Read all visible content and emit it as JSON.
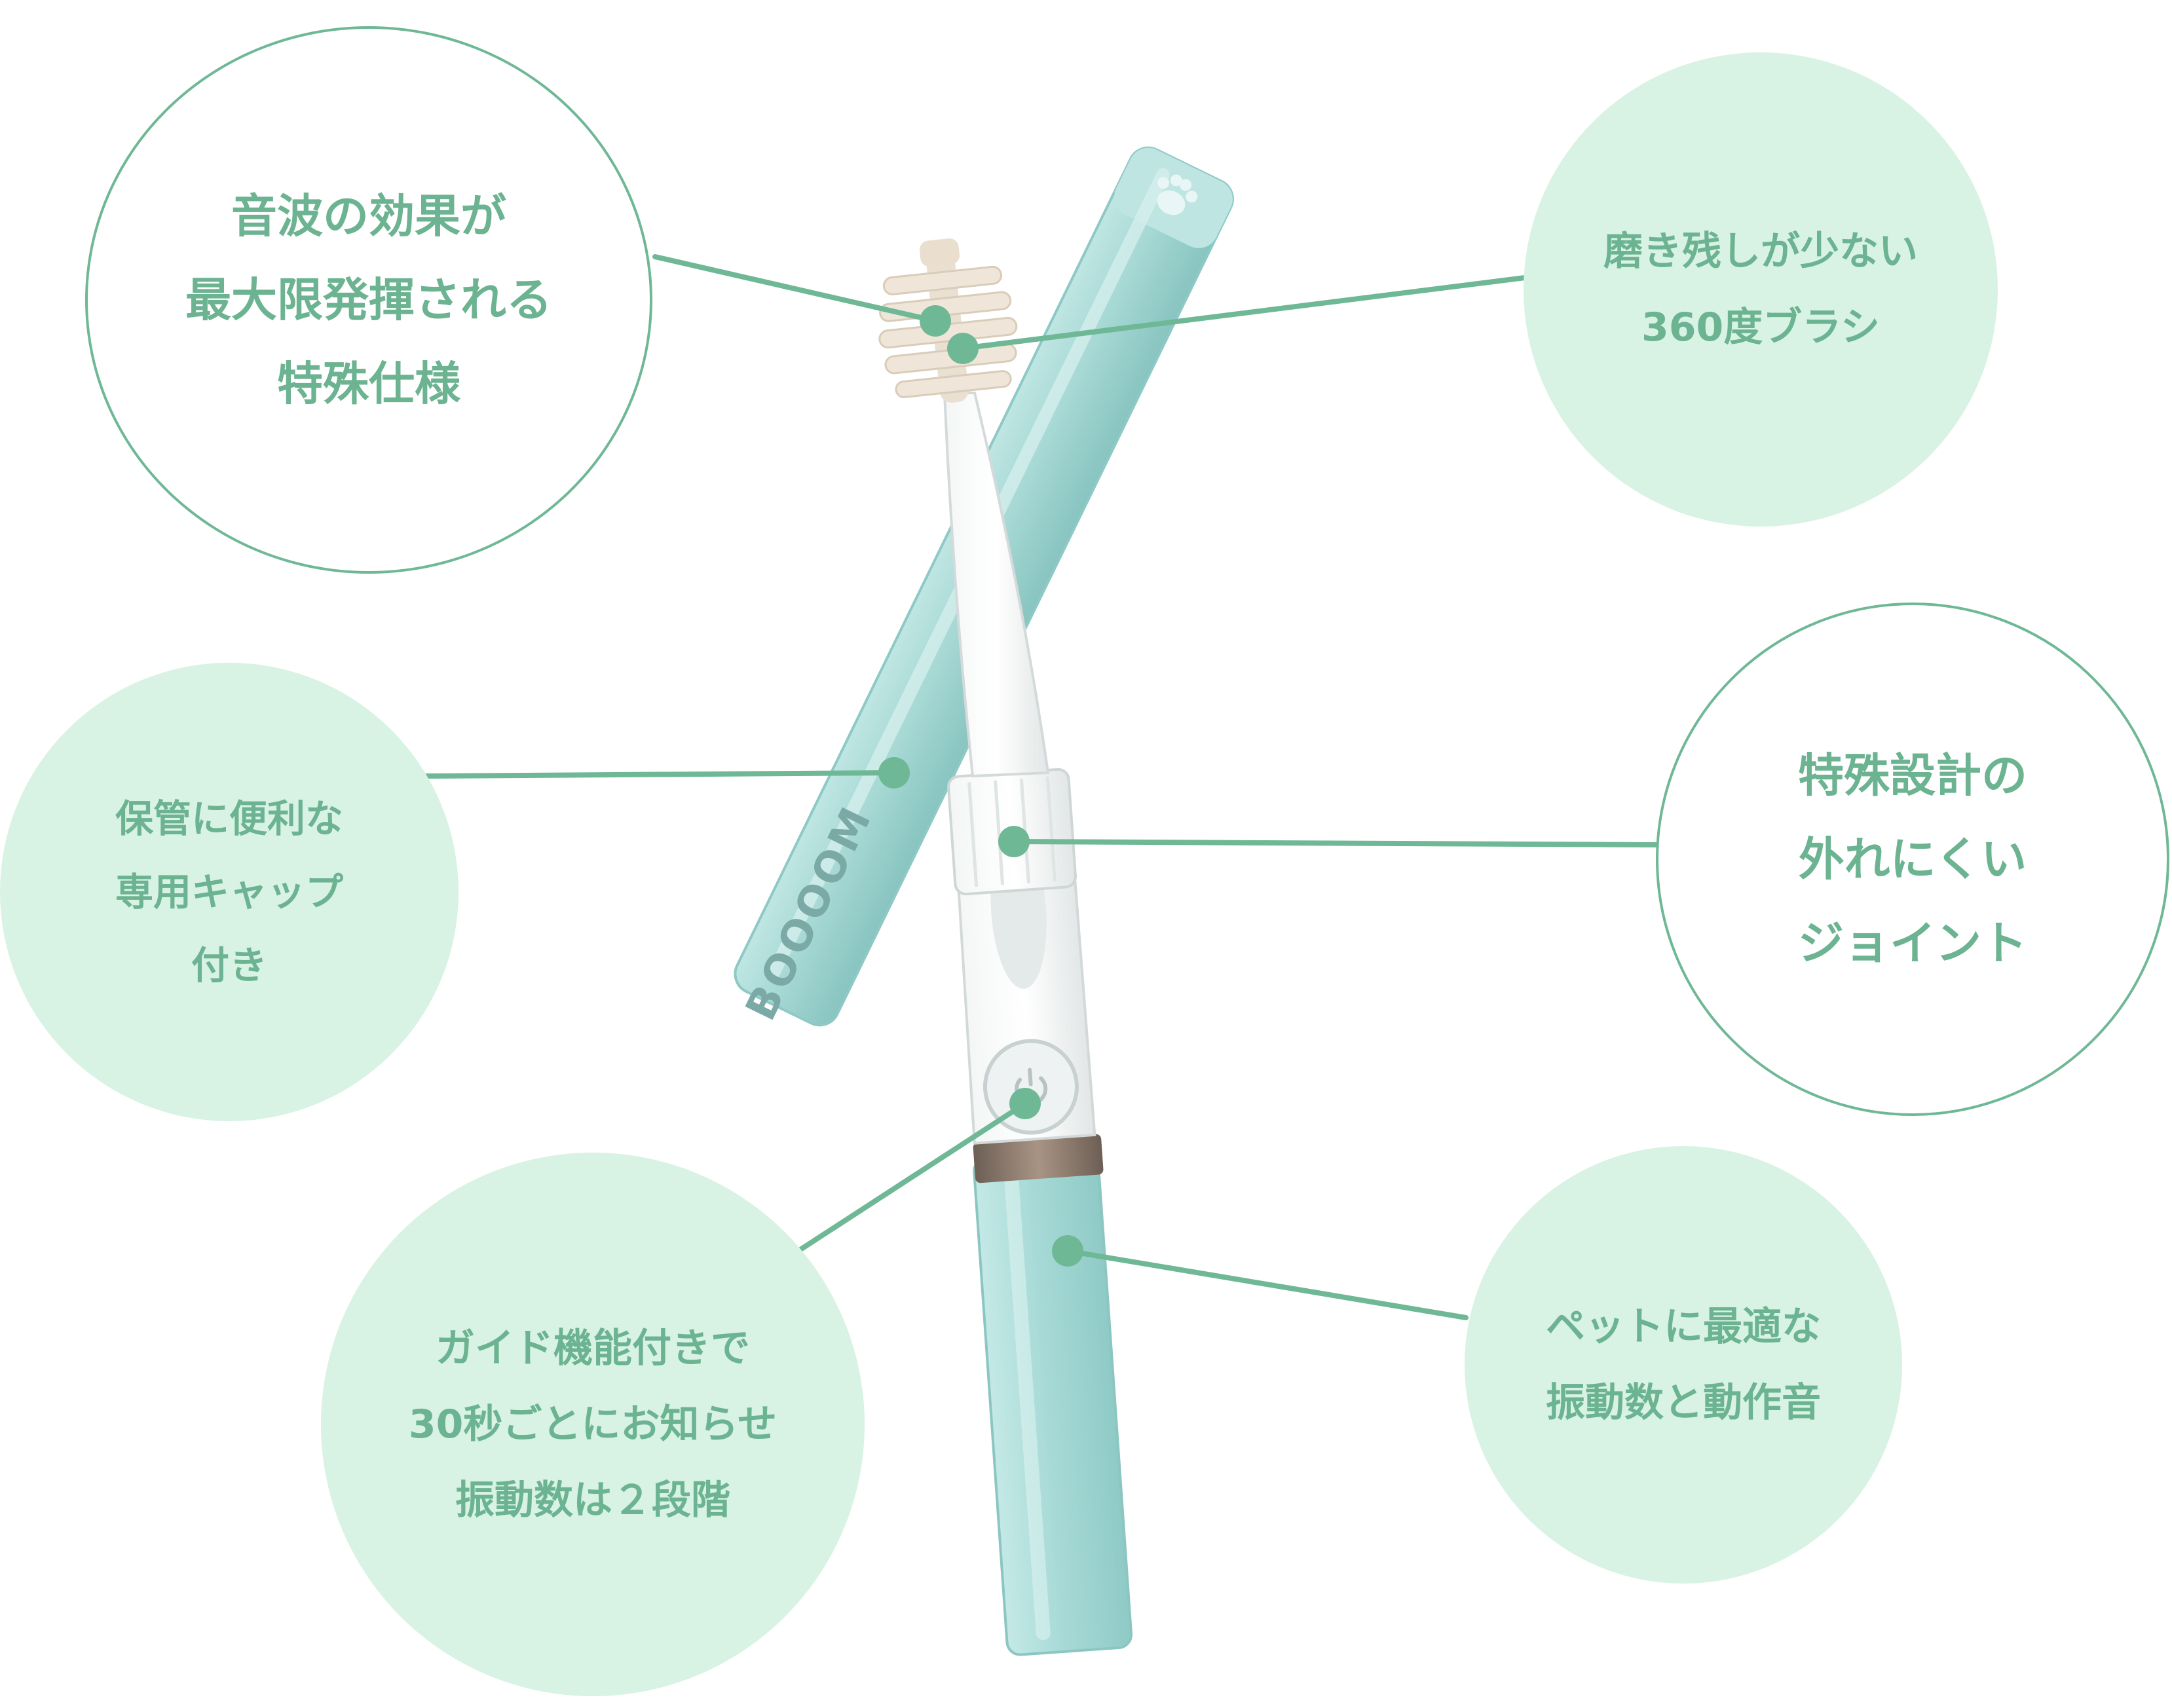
{
  "features": [
    {
      "id": "sonic",
      "style": "outlined",
      "text": "音波の効果が\n最大限発揮される\n特殊仕様"
    },
    {
      "id": "brush",
      "style": "filled",
      "text": "磨き残しが少ない\n360度ブラシ"
    },
    {
      "id": "cap",
      "style": "filled",
      "text": "保管に便利な\n専用キャップ\n付き"
    },
    {
      "id": "joint",
      "style": "outlined",
      "text": "特殊設計の\n外れにくい\nジョイント"
    },
    {
      "id": "guide",
      "style": "filled",
      "text": "ガイド機能付きで\n30秒ごとにお知らせ\n振動数は２段階"
    },
    {
      "id": "sound",
      "style": "filled",
      "text": "ペットに最適な\n振動数と動作音"
    }
  ],
  "product": {
    "brand_text": "BOOOOM",
    "logo_icon": "paw-icon",
    "power_icon": "power-icon"
  },
  "colors": {
    "accent": "#6fb896",
    "bubble_fill": "#d8f2e4",
    "cap": "#a9d9d6",
    "handle": "#a7dad7",
    "band": "#8a7a6c"
  }
}
